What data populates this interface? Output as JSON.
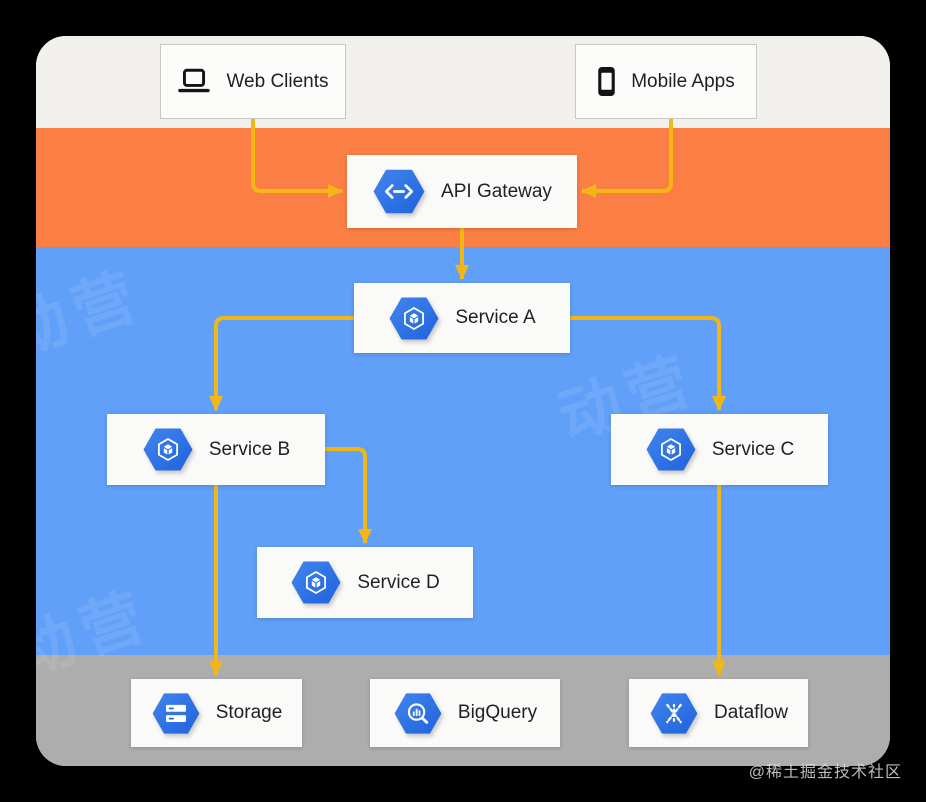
{
  "diagram": {
    "nodes": {
      "web_clients": {
        "label": "Web Clients",
        "icon": "laptop-icon"
      },
      "mobile_apps": {
        "label": "Mobile Apps",
        "icon": "smartphone-icon"
      },
      "api_gateway": {
        "label": "API Gateway",
        "icon": "api-gateway-hexagon-icon"
      },
      "service_a": {
        "label": "Service A",
        "icon": "kubernetes-service-hexagon-icon"
      },
      "service_b": {
        "label": "Service B",
        "icon": "kubernetes-service-hexagon-icon"
      },
      "service_c": {
        "label": "Service C",
        "icon": "kubernetes-service-hexagon-icon"
      },
      "service_d": {
        "label": "Service D",
        "icon": "kubernetes-service-hexagon-icon"
      },
      "storage": {
        "label": "Storage",
        "icon": "cloud-storage-hexagon-icon"
      },
      "bigquery": {
        "label": "BigQuery",
        "icon": "bigquery-hexagon-icon"
      },
      "dataflow": {
        "label": "Dataflow",
        "icon": "dataflow-hexagon-icon"
      }
    },
    "edges": [
      {
        "from": "web_clients",
        "to": "api_gateway"
      },
      {
        "from": "mobile_apps",
        "to": "api_gateway"
      },
      {
        "from": "api_gateway",
        "to": "service_a"
      },
      {
        "from": "service_a",
        "to": "service_b"
      },
      {
        "from": "service_a",
        "to": "service_c"
      },
      {
        "from": "service_b",
        "to": "service_d"
      },
      {
        "from": "service_b",
        "to": "storage"
      },
      {
        "from": "service_c",
        "to": "dataflow"
      }
    ],
    "tiers": [
      {
        "name": "clients",
        "color": "#F2F0ED"
      },
      {
        "name": "api",
        "color": "#FB7E45"
      },
      {
        "name": "services",
        "color": "#61A0F8"
      },
      {
        "name": "data",
        "color": "#ADADAD"
      }
    ],
    "colors": {
      "arrow": "#F2B715",
      "hexagon_blue_light": "#4285EE",
      "hexagon_blue_dark": "#1F62DC",
      "node_background": "#FAFAF8",
      "page_background": "#000000"
    }
  },
  "watermark": {
    "credit": "@稀土掘金技术社区",
    "background_text": "动营"
  }
}
